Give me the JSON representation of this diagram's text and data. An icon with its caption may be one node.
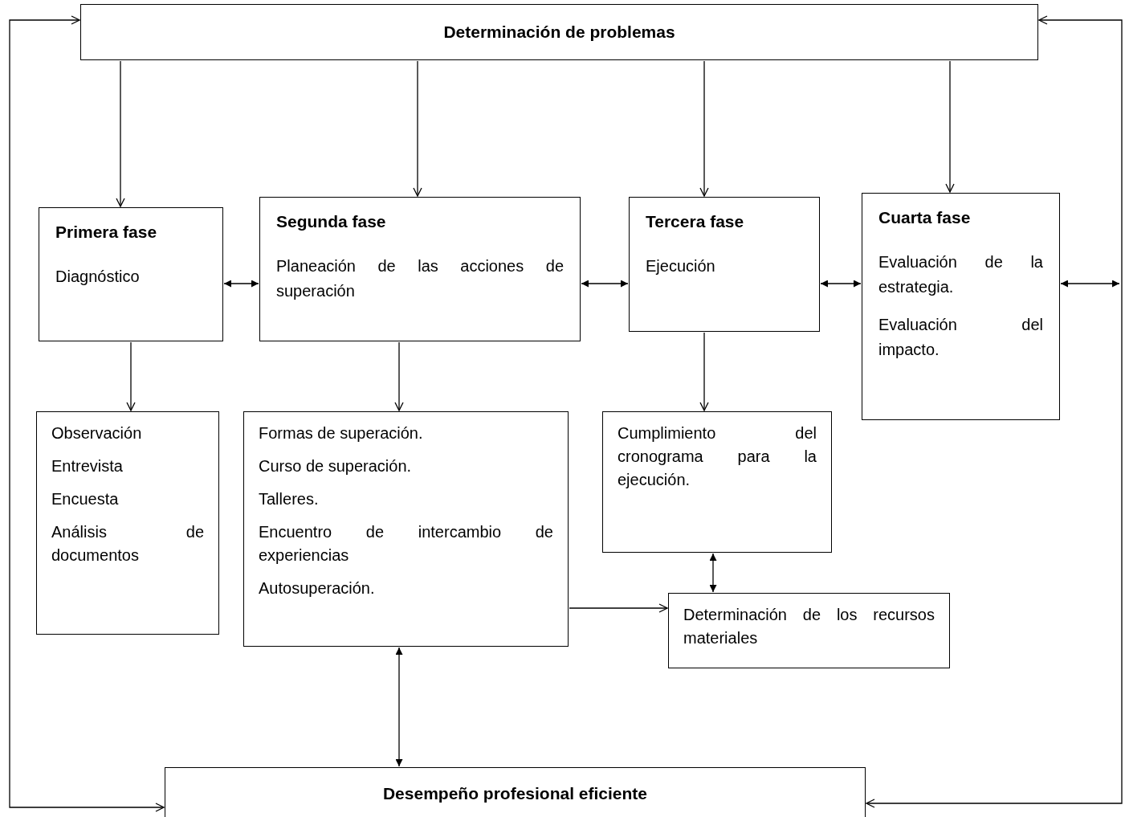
{
  "diagram": {
    "nodes": [
      {
        "text": [
          "Determinación de problemas"
        ]
      },
      {
        "text": [
          "Primera fase",
          "Diagnóstico"
        ]
      },
      {
        "text": [
          "Segunda fase",
          "Planeación de las acciones de superación"
        ]
      },
      {
        "text": [
          "Tercera fase",
          "Ejecución"
        ]
      },
      {
        "text": [
          "Cuarta fase",
          "Evaluación de la estrategia.",
          "Evaluación del impacto."
        ]
      },
      {
        "text": [
          "Observación",
          "Entrevista",
          "Encuesta",
          "Análisis de documentos"
        ]
      },
      {
        "text": [
          "Formas de superación.",
          "Curso de superación.",
          "Talleres.",
          "Encuentro de intercambio de experiencias",
          "Autosuperación."
        ]
      },
      {
        "text": [
          "Cumplimiento del cronograma para la ejecución."
        ]
      },
      {
        "text": [
          "Determinación de los recursos materiales"
        ]
      },
      {
        "text": [
          "Desempeño profesional eficiente"
        ]
      }
    ],
    "edges": [
      {
        "from": 0,
        "to": 1,
        "arrow": "to"
      },
      {
        "from": 0,
        "to": 2,
        "arrow": "to"
      },
      {
        "from": 0,
        "to": 3,
        "arrow": "to"
      },
      {
        "from": 0,
        "to": 4,
        "arrow": "to"
      },
      {
        "from": 1,
        "to": 2,
        "arrow": "both"
      },
      {
        "from": 2,
        "to": 3,
        "arrow": "both"
      },
      {
        "from": 3,
        "to": 4,
        "arrow": "both"
      },
      {
        "from": 4,
        "to": null,
        "arrow": "both"
      },
      {
        "from": 0,
        "to": 9,
        "arrow": "both"
      },
      {
        "from": 0,
        "to": 9,
        "arrow": "both"
      },
      {
        "from": 1,
        "to": 5,
        "arrow": "to"
      },
      {
        "from": 2,
        "to": 6,
        "arrow": "to"
      },
      {
        "from": 3,
        "to": 7,
        "arrow": "to"
      },
      {
        "from": 7,
        "to": 8,
        "arrow": "both"
      },
      {
        "from": 6,
        "to": 8,
        "arrow": "to"
      },
      {
        "from": 6,
        "to": 9,
        "arrow": "both"
      }
    ]
  }
}
